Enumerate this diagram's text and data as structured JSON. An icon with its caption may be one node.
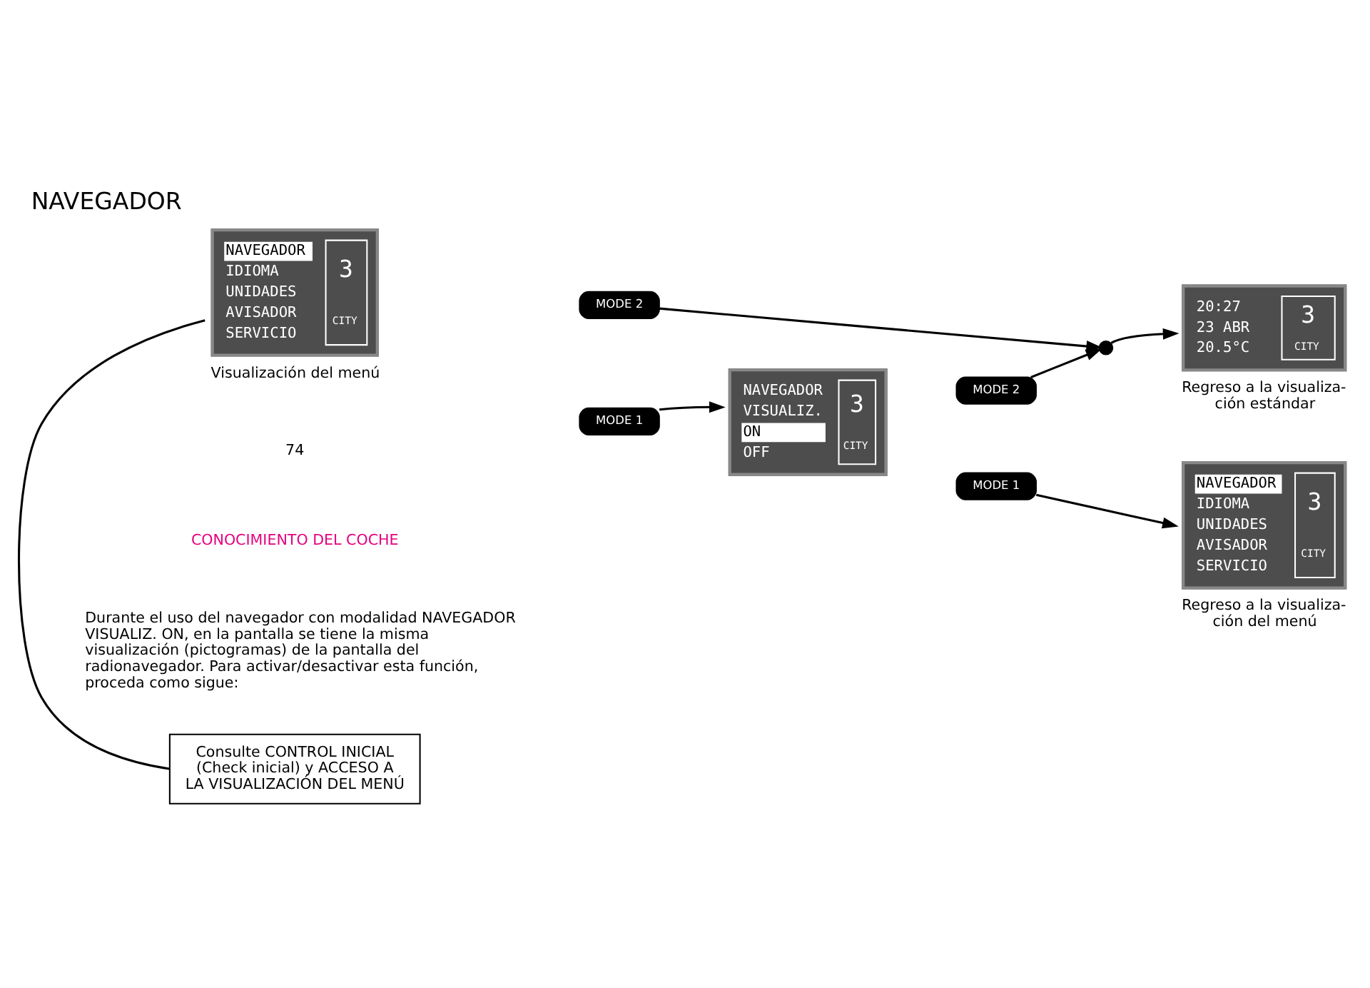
{
  "diagram": {
    "title": "NAVEGADOR",
    "nodes": [
      {
        "text": [
          "Consulte CONTROL INICIAL (Check inicial) y ACCESO A LA VISUALIZACIÓN DEL MENÚ"
        ]
      },
      {
        "text": [
          "NAVEGADOR",
          "IDIOMA",
          "UNIDADES",
          "AVISADOR",
          "SERVICIO",
          "3",
          "CITY"
        ],
        "beside": [
          "Visualización del menú"
        ]
      },
      {
        "text": [
          "MODE 2"
        ]
      },
      {
        "text": [
          "MODE 1"
        ]
      },
      {
        "text": [],
        "shape": "circle"
      },
      {
        "text": [
          "20:27",
          "23 ABR",
          "20.5°C",
          "3",
          "CITY"
        ],
        "beside": [
          "Regreso a la visualiza- ción estándar"
        ]
      },
      {
        "text": [
          "NAVEGADOR",
          "VISUALIZ.",
          "ON",
          "OFF",
          "3",
          "CITY"
        ]
      },
      {
        "text": [
          "MODE 2"
        ]
      },
      {
        "text": [
          "MODE 1"
        ]
      },
      {
        "text": [
          "NAVEGADOR",
          "IDIOMA",
          "UNIDADES",
          "AVISADOR",
          "SERVICIO",
          "3",
          "CITY"
        ],
        "beside": [
          "Regreso a la visualiza- ción del menú"
        ]
      }
    ],
    "edges": [
      {
        "from": 0,
        "to": 1,
        "arrow": "none"
      },
      {
        "from": 2,
        "to": 4,
        "arrow": "to"
      },
      {
        "from": 4,
        "to": 5,
        "arrow": "to"
      },
      {
        "from": 3,
        "to": 6,
        "arrow": "to"
      },
      {
        "from": 7,
        "to": 4,
        "arrow": "to"
      },
      {
        "from": 8,
        "to": 9,
        "arrow": "to"
      }
    ],
    "labels": [
      "CONOCIMIENTO DEL COCHE",
      "Durante el uso del navegador con modalidad NAVEGADOR VISUALIZ. ON, en la pantalla se tiene la misma visualización (pictogramas) de la pantalla del radionavegador. Para activar/desactivar esta función, proceda como sigue:",
      "74"
    ]
  }
}
